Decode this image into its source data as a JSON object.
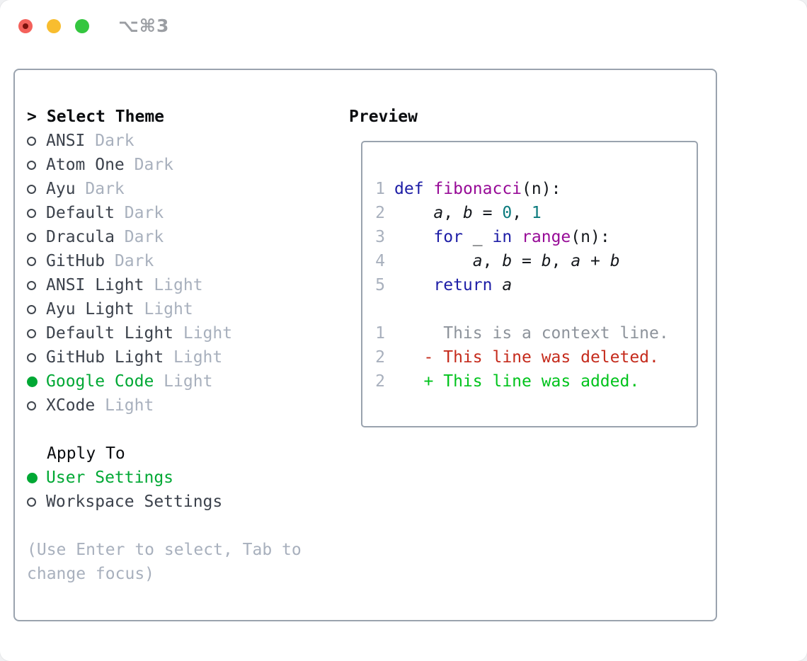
{
  "window": {
    "title": "⌥⌘3",
    "traffic_lights": [
      {
        "name": "close",
        "has_unsaved_dot": true
      },
      {
        "name": "minimize",
        "has_unsaved_dot": false
      },
      {
        "name": "zoom",
        "has_unsaved_dot": false
      }
    ]
  },
  "theme_panel": {
    "header": {
      "prefix": ">",
      "label": "Select Theme"
    },
    "themes": [
      {
        "name": "ANSI",
        "tag": "Dark",
        "selected": false
      },
      {
        "name": "Atom One",
        "tag": "Dark",
        "selected": false
      },
      {
        "name": "Ayu",
        "tag": "Dark",
        "selected": false
      },
      {
        "name": "Default",
        "tag": "Dark",
        "selected": false
      },
      {
        "name": "Dracula",
        "tag": "Dark",
        "selected": false
      },
      {
        "name": "GitHub",
        "tag": "Dark",
        "selected": false
      },
      {
        "name": "ANSI Light",
        "tag": "Light",
        "selected": false
      },
      {
        "name": "Ayu Light",
        "tag": "Light",
        "selected": false
      },
      {
        "name": "Default Light",
        "tag": "Light",
        "selected": false
      },
      {
        "name": "GitHub Light",
        "tag": "Light",
        "selected": false
      },
      {
        "name": "Google Code",
        "tag": "Light",
        "selected": true
      },
      {
        "name": "XCode",
        "tag": "Light",
        "selected": false
      }
    ],
    "apply_to": {
      "label": "Apply To",
      "options": [
        {
          "name": "User Settings",
          "selected": true
        },
        {
          "name": "Workspace Settings",
          "selected": false
        }
      ]
    },
    "help_lines": [
      "(Use Enter to select, Tab to",
      "change focus)"
    ]
  },
  "preview_panel": {
    "header": "Preview",
    "code_lines": [
      {
        "num": "1",
        "segments": [
          [
            "def",
            "kwd"
          ],
          [
            " ",
            "pln"
          ],
          [
            "fibonacci",
            "fn"
          ],
          [
            "(n):",
            "pln"
          ]
        ]
      },
      {
        "num": "2",
        "segments": [
          [
            "    ",
            "pln"
          ],
          [
            "a",
            "var"
          ],
          [
            ", ",
            "pln"
          ],
          [
            "b",
            "var"
          ],
          [
            " = ",
            "pln"
          ],
          [
            "0",
            "lit"
          ],
          [
            ", ",
            "pln"
          ],
          [
            "1",
            "lit"
          ]
        ]
      },
      {
        "num": "3",
        "segments": [
          [
            "    ",
            "pln"
          ],
          [
            "for",
            "kwd"
          ],
          [
            " _ ",
            "pln"
          ],
          [
            "in",
            "kwd"
          ],
          [
            " ",
            "pln"
          ],
          [
            "range",
            "fn"
          ],
          [
            "(n):",
            "pln"
          ]
        ]
      },
      {
        "num": "4",
        "segments": [
          [
            "        ",
            "pln"
          ],
          [
            "a",
            "var"
          ],
          [
            ", ",
            "pln"
          ],
          [
            "b",
            "var"
          ],
          [
            " = ",
            "pln"
          ],
          [
            "b",
            "var"
          ],
          [
            ", ",
            "pln"
          ],
          [
            "a",
            "var"
          ],
          [
            " + ",
            "pln"
          ],
          [
            "b",
            "var"
          ]
        ]
      },
      {
        "num": "5",
        "segments": [
          [
            "    ",
            "pln"
          ],
          [
            "return",
            "kwd"
          ],
          [
            " ",
            "pln"
          ],
          [
            "a",
            "var"
          ]
        ]
      }
    ],
    "diff_lines": [
      {
        "num": "1",
        "text": "     This is a context line.",
        "kind": "context"
      },
      {
        "num": "2",
        "text": "   - This line was deleted.",
        "kind": "deleted"
      },
      {
        "num": "2",
        "text": "   + This line was added.",
        "kind": "added"
      }
    ]
  },
  "colors": {
    "accent_green": "#00a834",
    "diff_green": "#00c31c",
    "diff_red": "#c52b1c",
    "keyword_blue": "#1d1da6",
    "function_purple": "#970b97",
    "literal_teal": "#0c7b7e",
    "code_black": "#15181d",
    "muted_gray": "#a8b0bd",
    "context_gray": "#8d939b",
    "item_ink": "#3c424c",
    "border_gray": "#9aa3ae",
    "ring_gray": "#41474f",
    "title_gray": "#9b9ea3",
    "traffic_red": "#f4615b",
    "traffic_red_dot": "#7b110c",
    "traffic_yellow": "#f8bd2f",
    "traffic_green": "#34c63f"
  }
}
